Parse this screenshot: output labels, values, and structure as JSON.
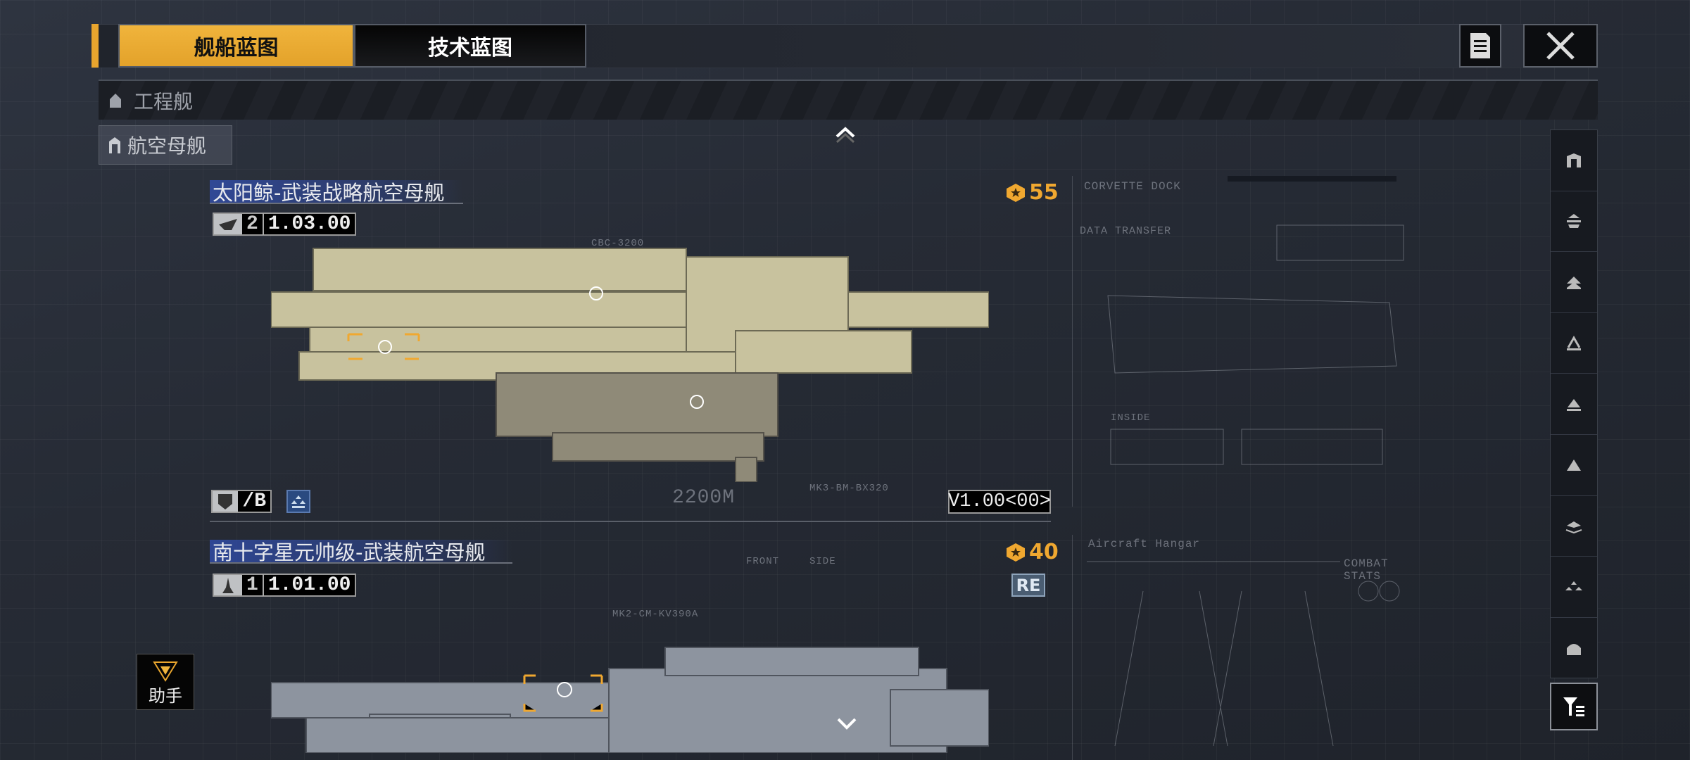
{
  "tabs": [
    {
      "label": "舰船蓝图",
      "active": true
    },
    {
      "label": "技术蓝图",
      "active": false
    }
  ],
  "header_icons": [
    "document-list-icon",
    "close-icon"
  ],
  "categories": {
    "collapsed": "工程舰",
    "selected": "航空母舰"
  },
  "sidebar": {
    "items": [
      "hangar-icon",
      "carrier-class-icon",
      "cruiser-class-icon",
      "destroyer-class-icon",
      "frigate-class-icon",
      "corvette-class-icon",
      "fighter-class-icon",
      "squadron-icon",
      "dome-icon"
    ],
    "filter": "filter-icon"
  },
  "ships": [
    {
      "name": "太阳鲸-武装战略航空母舰",
      "tier": "2",
      "version": "1.03.00",
      "score": "55",
      "grade": "/B",
      "blueprint_version": "V1.00<00>",
      "length": "2200M",
      "designation": "MK3-BM-BX320",
      "part_label": "CBC-3200",
      "panel_title": "CORVETTE DOCK",
      "panel_sub": "DATA TRANSFER",
      "panel_inside": "INSIDE",
      "hull_color": "#c8c29e"
    },
    {
      "name": "南十字星元帅级-武装航空母舰",
      "tier": "1",
      "version": "1.01.00",
      "score": "40",
      "tag": "RE",
      "front_label": "FRONT",
      "side_label": "SIDE",
      "designation": "MK2-CM-KV390A",
      "panel_title": "Aircraft Hangar",
      "panel_sub": "COMBAT STATS",
      "hull_color": "#8d949f"
    }
  ],
  "assistant": {
    "label": "助手"
  },
  "colors": {
    "accent": "#e8a52e",
    "title_bar": "#3250b4",
    "score": "#f0a830"
  }
}
